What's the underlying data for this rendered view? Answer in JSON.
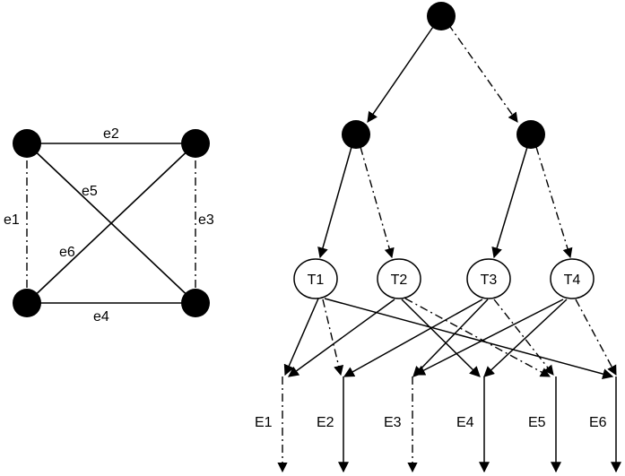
{
  "graph": {
    "edges": [
      {
        "id": "e1",
        "label": "e1",
        "style": "dashdot"
      },
      {
        "id": "e2",
        "label": "e2",
        "style": "solid"
      },
      {
        "id": "e3",
        "label": "e3",
        "style": "dashdot"
      },
      {
        "id": "e4",
        "label": "e4",
        "style": "solid"
      },
      {
        "id": "e5",
        "label": "e5",
        "style": "solid"
      },
      {
        "id": "e6",
        "label": "e6",
        "style": "solid"
      }
    ]
  },
  "tree": {
    "t_nodes": [
      {
        "id": "T1",
        "label": "T1"
      },
      {
        "id": "T2",
        "label": "T2"
      },
      {
        "id": "T3",
        "label": "T3"
      },
      {
        "id": "T4",
        "label": "T4"
      }
    ],
    "e_outputs": [
      {
        "id": "E1",
        "label": "E1",
        "style": "dashdot"
      },
      {
        "id": "E2",
        "label": "E2",
        "style": "solid"
      },
      {
        "id": "E3",
        "label": "E3",
        "style": "dashdot"
      },
      {
        "id": "E4",
        "label": "E4",
        "style": "solid"
      },
      {
        "id": "E5",
        "label": "E5",
        "style": "solid"
      },
      {
        "id": "E6",
        "label": "E6",
        "style": "solid"
      }
    ]
  },
  "colors": {
    "stroke": "#000000",
    "node_fill": "#000000",
    "t_node_fill": "#ffffff"
  }
}
